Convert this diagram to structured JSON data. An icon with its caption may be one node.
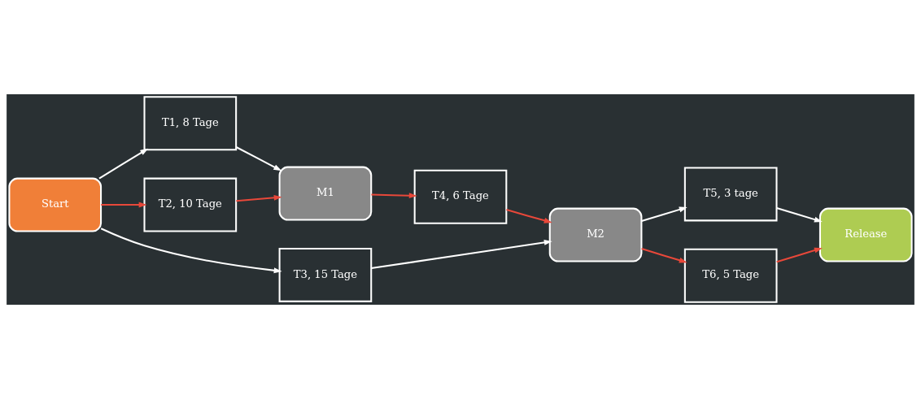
{
  "diagram": {
    "nodes": [
      {
        "text": [
          "Start"
        ]
      },
      {
        "text": [
          "T1, 8 Tage"
        ]
      },
      {
        "text": [
          "T2, 10 Tage"
        ]
      },
      {
        "text": [
          "T3, 15 Tage"
        ]
      },
      {
        "text": [
          "M1"
        ]
      },
      {
        "text": [
          "T4, 6 Tage"
        ]
      },
      {
        "text": [
          "M2"
        ]
      },
      {
        "text": [
          "T5, 3 tage"
        ]
      },
      {
        "text": [
          "T6, 5 Tage"
        ]
      },
      {
        "text": [
          "Release"
        ]
      }
    ],
    "edges": [
      {
        "from": 0,
        "to": 1,
        "arrow": "to"
      },
      {
        "from": 0,
        "to": 2,
        "arrow": "to",
        "color": "#e8483a"
      },
      {
        "from": 0,
        "to": 3,
        "arrow": "to"
      },
      {
        "from": 1,
        "to": 4,
        "arrow": "to"
      },
      {
        "from": 2,
        "to": 4,
        "arrow": "to",
        "color": "#e8483a"
      },
      {
        "from": 4,
        "to": 5,
        "arrow": "to",
        "color": "#e8483a"
      },
      {
        "from": 3,
        "to": 6,
        "arrow": "to"
      },
      {
        "from": 5,
        "to": 6,
        "arrow": "to",
        "color": "#e8483a"
      },
      {
        "from": 6,
        "to": 7,
        "arrow": "to"
      },
      {
        "from": 6,
        "to": 8,
        "arrow": "to",
        "color": "#e8483a"
      },
      {
        "from": 7,
        "to": 9,
        "arrow": "to"
      },
      {
        "from": 8,
        "to": 9,
        "arrow": "to",
        "color": "#e8483a"
      }
    ]
  }
}
